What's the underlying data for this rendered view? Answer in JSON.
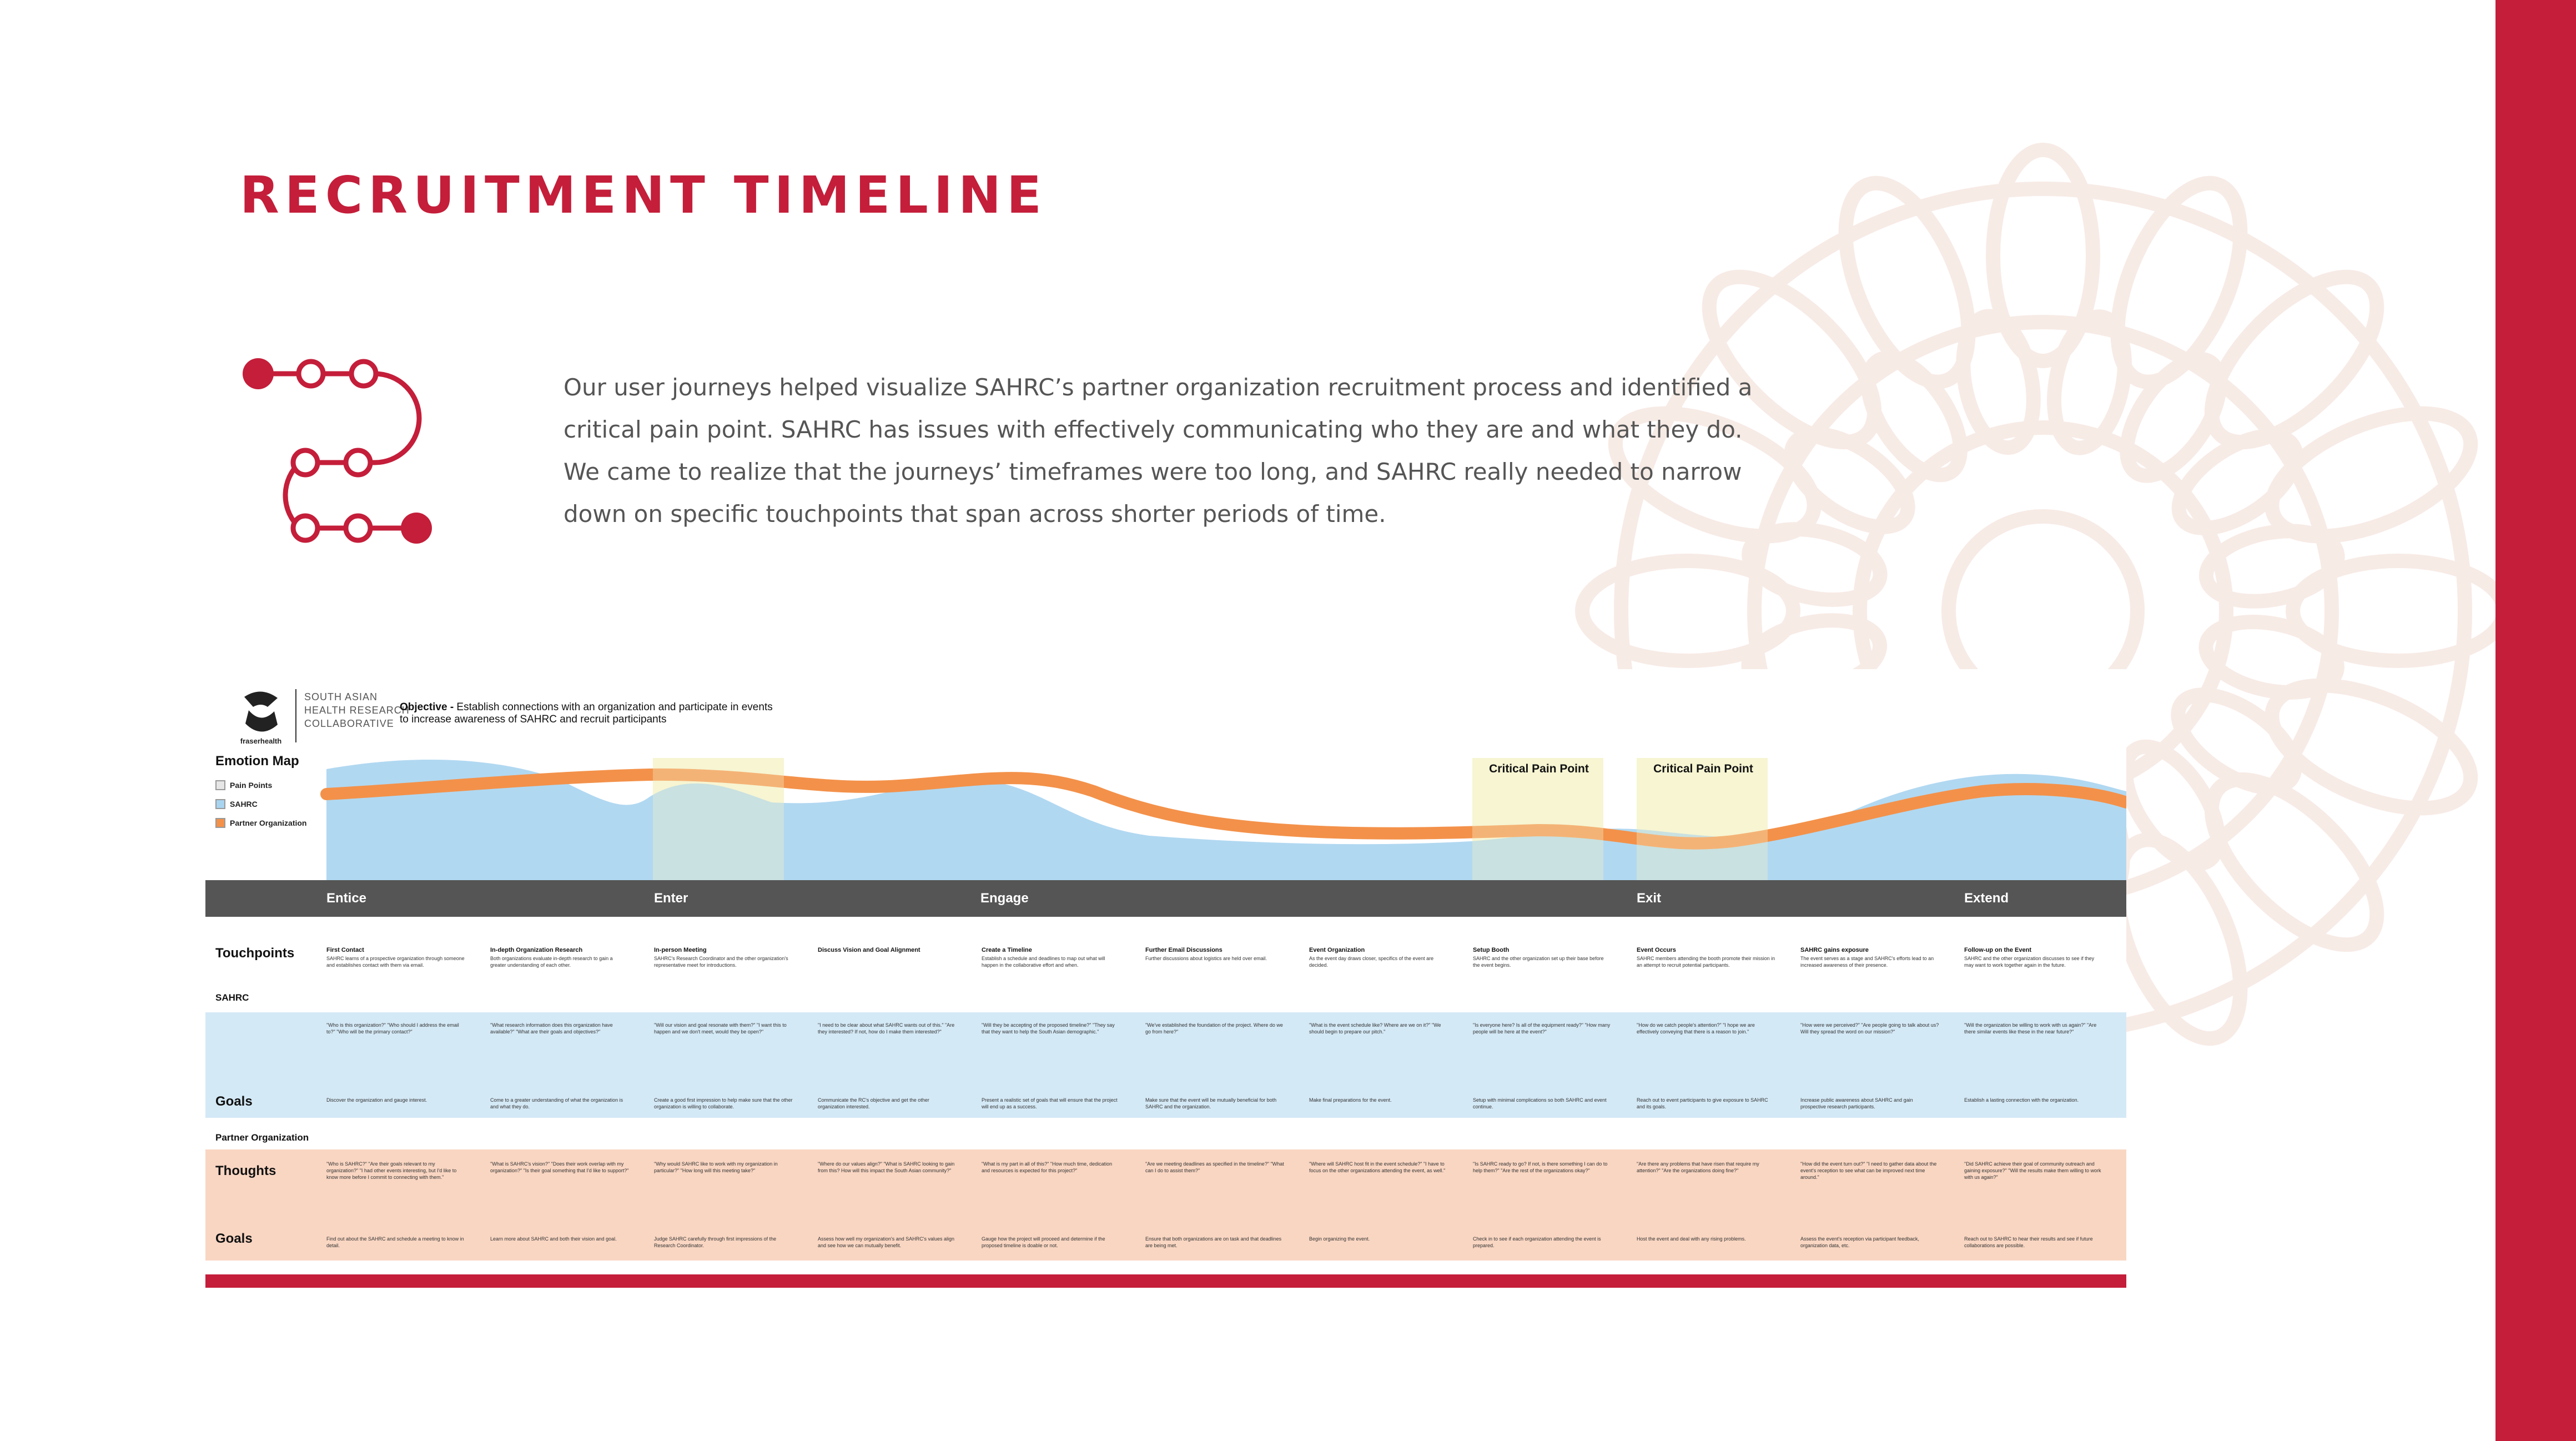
{
  "page": {
    "title": "RECRUITMENT TIMELINE",
    "intro": "Our user journeys helped visualize SAHRC’s partner organization recruitment process and identified a critical pain point. SAHRC has issues with effectively communicating who they are and what they do. We came to realize that the journeys’ timeframes were too long, and SAHRC really needed to narrow down on specific touchpoints that span across shorter periods of time.",
    "colors": {
      "accent": "#c41e3a",
      "phase_bar": "#555555",
      "sahrc_band": "#d4e9f6",
      "partner_band": "#f9d6c2",
      "emotion_fill": "#a9d4f0",
      "partner_line": "#f3914a",
      "pain_box": "#f6f3c9"
    }
  },
  "board": {
    "logo": {
      "brand": "fraserhealth",
      "org_lines": [
        "SOUTH ASIAN",
        "HEALTH RESEARCH",
        "COLLABORATIVE"
      ]
    },
    "objective_label": "Objective - ",
    "objective_line1": "Establish connections with an organization and participate in events",
    "objective_line2": "to increase awareness of SAHRC and recruit participants",
    "emotion_map_title": "Emotion Map",
    "legend": [
      {
        "label": "Pain Points",
        "color": "#e6e6e6"
      },
      {
        "label": "SAHRC",
        "color": "#a9d4f0"
      },
      {
        "label": "Partner Organization",
        "color": "#f3914a"
      }
    ],
    "pain_point_label": "Critical Pain Point",
    "phases": [
      "Entice",
      "Enter",
      "Engage",
      "Exit",
      "Extend"
    ],
    "row_labels": {
      "touchpoints": "Touchpoints",
      "sahrc": "SAHRC",
      "goals": "Goals",
      "partner": "Partner Organization",
      "thoughts": "Thoughts"
    },
    "touchpoints": [
      "First Contact",
      "In-depth Organization Research",
      "In-person Meeting",
      "Discuss Vision and Goal Alignment",
      "Create a Timeline",
      "Further Email Discussions",
      "Event Organization",
      "Setup Booth",
      "Event Occurs",
      "SAHRC gains exposure",
      "Follow-up on the Event"
    ],
    "touchpoint_details": [
      "SAHRC learns of a prospective organization through someone and establishes contact with them via email.",
      "Both organizations evaluate in-depth research to gain a greater understanding of each other.",
      "SAHRC's Research Coordinator and the other organization's representative meet for introductions.",
      "",
      "Establish a schedule and deadlines to map out what will happen in the collaborative effort and when.",
      "Further discussions about logistics are held over email.",
      "As the event day draws closer, specifics of the event are decided.",
      "SAHRC and the other organization set up their base before the event begins.",
      "SAHRC members attending the booth promote their mission in an attempt to recruit potential participants.",
      "The event serves as a stage and SAHRC's efforts lead to an increased awareness of their presence.",
      "SAHRC and the other organization discusses to see if they may want to work together again in the future."
    ],
    "sahrc_questions": [
      "\"Who is this organization?\" \"Who should I address the email to?\" \"Who will be the primary contact?\"",
      "\"What research information does this organization have available?\" \"What are their goals and objectives?\"",
      "\"Will our vision and goal resonate with them?\" \"I want this to happen and we don't meet, would they be open?\"",
      "\"I need to be clear about what SAHRC wants out of this.\" \"Are they interested? If not, how do I make them interested?\"",
      "\"Will they be accepting of the proposed timeline?\" \"They say that they want to help the South Asian demographic.\"",
      "\"We've established the foundation of the project. Where do we go from here?\"",
      "\"What is the event schedule like? Where are we on it?\" \"We should begin to prepare our pitch.\"",
      "\"Is everyone here? Is all of the equipment ready?\" \"How many people will be here at the event?\"",
      "\"How do we catch people's attention?\" \"I hope we are effectively conveying that there is a reason to join.\"",
      "\"How were we perceived?\" \"Are people going to talk about us? Will they spread the word on our mission?\"",
      "\"Will the organization be willing to work with us again?\" \"Are there similar events like these in the near future?\""
    ],
    "sahrc_goals": [
      "Discover the organization and gauge interest.",
      "Come to a greater understanding of what the organization is and what they do.",
      "Create a good first impression to help make sure that the other organization is willing to collaborate.",
      "Communicate the RC's objective and get the other organization interested.",
      "Present a realistic set of goals that will ensure that the project will end up as a success.",
      "Make sure that the event will be mutually beneficial for both SAHRC and the organization.",
      "Make final preparations for the event.",
      "Setup with minimal complications so both SAHRC and event continue.",
      "Reach out to event participants to give exposure to SAHRC and its goals.",
      "Increase public awareness about SAHRC and gain prospective research participants.",
      "Establish a lasting connection with the organization."
    ],
    "partner_thoughts": [
      "\"Who is SAHRC?\" \"Are their goals relevant to my organization?\" \"I had other events interesting, but I'd like to know more before I commit to connecting with them.\"",
      "\"What is SAHRC's vision?\" \"Does their work overlap with my organization?\" \"Is their goal something that I'd like to support?\"",
      "\"Why would SAHRC like to work with my organization in particular?\" \"How long will this meeting take?\"",
      "\"Where do our values align?\" \"What is SAHRC looking to gain from this? How will this impact the South Asian community?\"",
      "\"What is my part in all of this?\" \"How much time, dedication and resources is expected for this project?\"",
      "\"Are we meeting deadlines as specified in the timeline?\" \"What can I do to assist them?\"",
      "\"Where will SAHRC host fit in the event schedule?\" \"I have to focus on the other organizations attending the event, as well.\"",
      "\"Is SAHRC ready to go? If not, is there something I can do to help them?\" \"Are the rest of the organizations okay?\"",
      "\"Are there any problems that have risen that require my attention?\" \"Are the organizations doing fine?\"",
      "\"How did the event turn out?\" \"I need to gather data about the event's reception to see what can be improved next time around.\"",
      "\"Did SAHRC achieve their goal of community outreach and gaining exposure?\" \"Will the results make them willing to work with us again?\""
    ],
    "partner_goals": [
      "Find out about the SAHRC and schedule a meeting to know in detail.",
      "Learn more about SAHRC and both their vision and goal.",
      "Judge SAHRC carefully through first impressions of the Research Coordinator.",
      "Assess how well my organization's and SAHRC's values align and see how we can mutually benefit.",
      "Gauge how the project will proceed and determine if the proposed timeline is doable or not.",
      "Ensure that both organizations are on task and that deadlines are being met.",
      "Begin organizing the event.",
      "Check in to see if each organization attending the event is prepared.",
      "Host the event and deal with any rising problems.",
      "Assess the event's reception via participant feedback, organization data, etc.",
      "Reach out to SAHRC to hear their results and see if future collaborations are possible."
    ]
  }
}
